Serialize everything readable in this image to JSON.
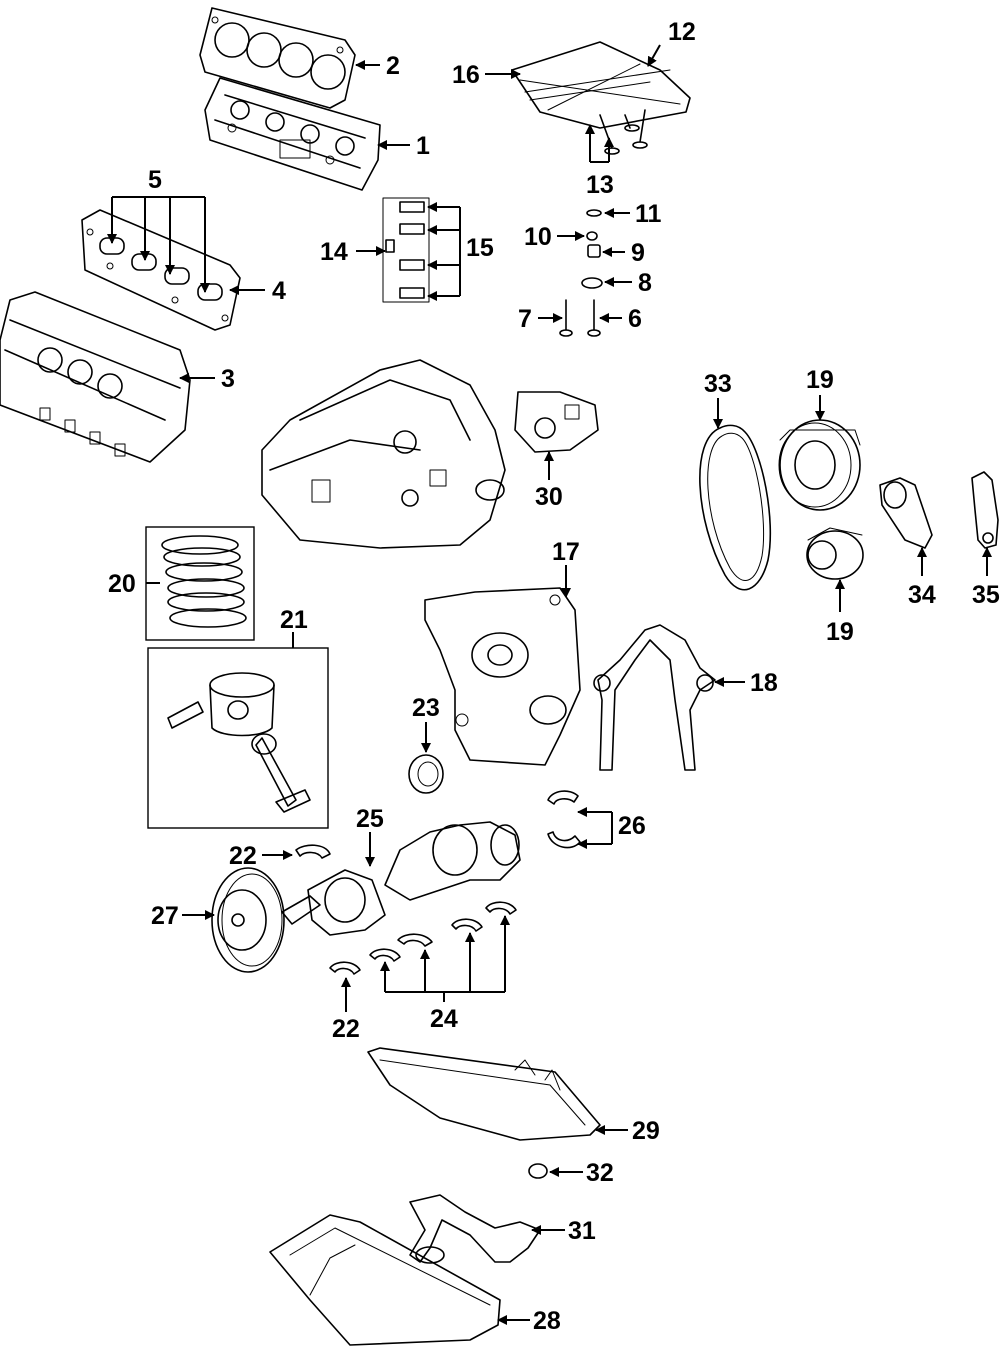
{
  "diagram": {
    "callouts": {
      "c1": "1",
      "c2": "2",
      "c3": "3",
      "c4": "4",
      "c5": "5",
      "c6": "6",
      "c7": "7",
      "c8": "8",
      "c9": "9",
      "c10": "10",
      "c11": "11",
      "c12": "12",
      "c13": "13",
      "c14": "14",
      "c15": "15",
      "c16": "16",
      "c17": "17",
      "c18": "18",
      "c19a": "19",
      "c19b": "19",
      "c20": "20",
      "c21": "21",
      "c22a": "22",
      "c22b": "22",
      "c23": "23",
      "c24": "24",
      "c25": "25",
      "c26": "26",
      "c27": "27",
      "c28": "28",
      "c29": "29",
      "c30": "30",
      "c31": "31",
      "c32": "32",
      "c33": "33",
      "c34": "34",
      "c35": "35"
    }
  }
}
